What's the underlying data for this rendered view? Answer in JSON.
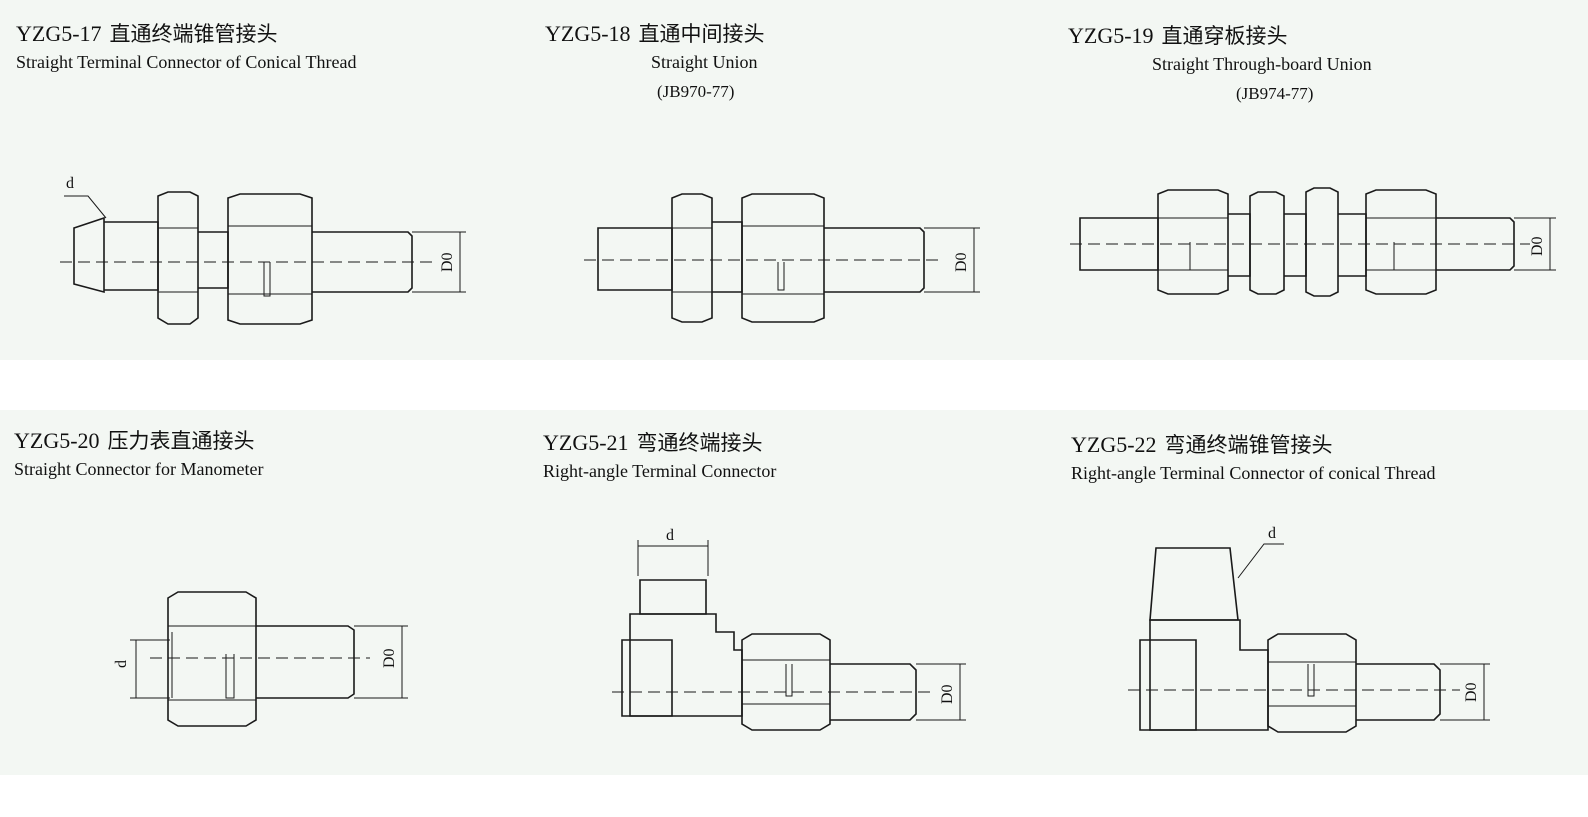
{
  "panels": [
    {
      "code": "YZG5-17",
      "cn": "直通终端锥管接头",
      "en": "Straight Terminal Connector of Conical Thread",
      "std": ""
    },
    {
      "code": "YZG5-18",
      "cn": "直通中间接头",
      "en": "Straight Union",
      "std": "(JB970-77)"
    },
    {
      "code": "YZG5-19",
      "cn": "直通穿板接头",
      "en": "Straight Through-board Union",
      "std": "(JB974-77)"
    },
    {
      "code": "YZG5-20",
      "cn": "压力表直通接头",
      "en": "Straight Connector for Manometer",
      "std": ""
    },
    {
      "code": "YZG5-21",
      "cn": "弯通终端接头",
      "en": "Right-angle Terminal Connector",
      "std": ""
    },
    {
      "code": "YZG5-22",
      "cn": "弯通终端锥管接头",
      "en": "Right-angle Terminal Connector of conical Thread",
      "std": ""
    }
  ],
  "dims": {
    "d": "d",
    "d0": "D0"
  }
}
